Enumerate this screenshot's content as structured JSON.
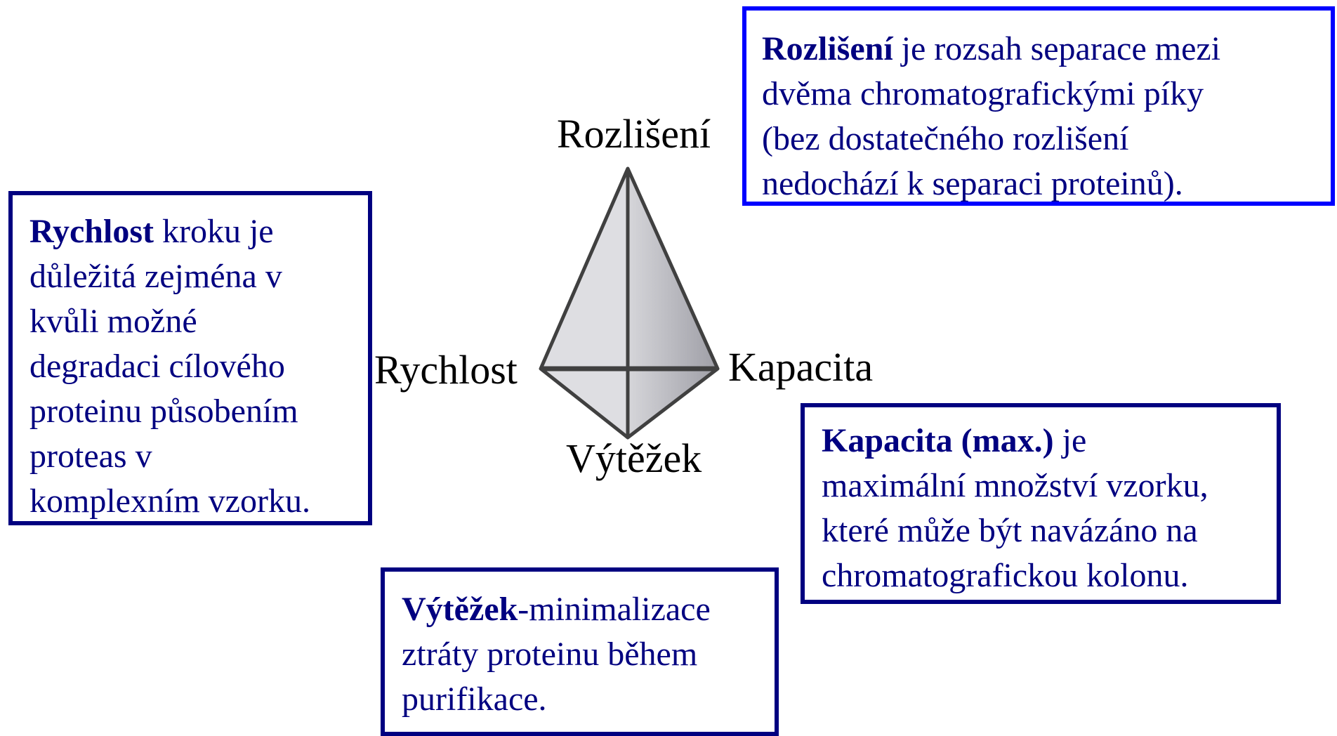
{
  "vertices": {
    "top": "Rozlišení",
    "left": "Rychlost",
    "right": "Kapacita",
    "bottom": "Výtěžek"
  },
  "boxes": {
    "rozliseni": {
      "title": "Rozlišení",
      "line1": " je rozsah separace mezi",
      "line2": "dvěma chromatografickými píky",
      "line3": "(bez dostatečného rozlišení",
      "line4": "nedochází k separaci proteinů)."
    },
    "rychlost": {
      "title": "Rychlost",
      "line1": " kroku je",
      "line2": "důležitá zejména v",
      "line3": "kvůli možné",
      "line4": "degradaci cílového",
      "line5": "proteinu působením",
      "line6": "proteas v",
      "line7": "komplexním vzorku."
    },
    "kapacita": {
      "title": "Kapacita (max.)",
      "line1": " je",
      "line2": "maximální množství vzorku,",
      "line3": "které může být navázáno na",
      "line4": "chromatografickou kolonu."
    },
    "vytezek": {
      "title": "Výtěžek",
      "line1": "-minimalizace",
      "line2": "ztráty proteinu během",
      "line3": "purifikace."
    }
  },
  "colors": {
    "box_text": "#000080",
    "box_border_primary": "#0000ff",
    "box_border_secondary": "#000080",
    "pyramid_face": "#dcdcde",
    "pyramid_edge": "#404040"
  }
}
